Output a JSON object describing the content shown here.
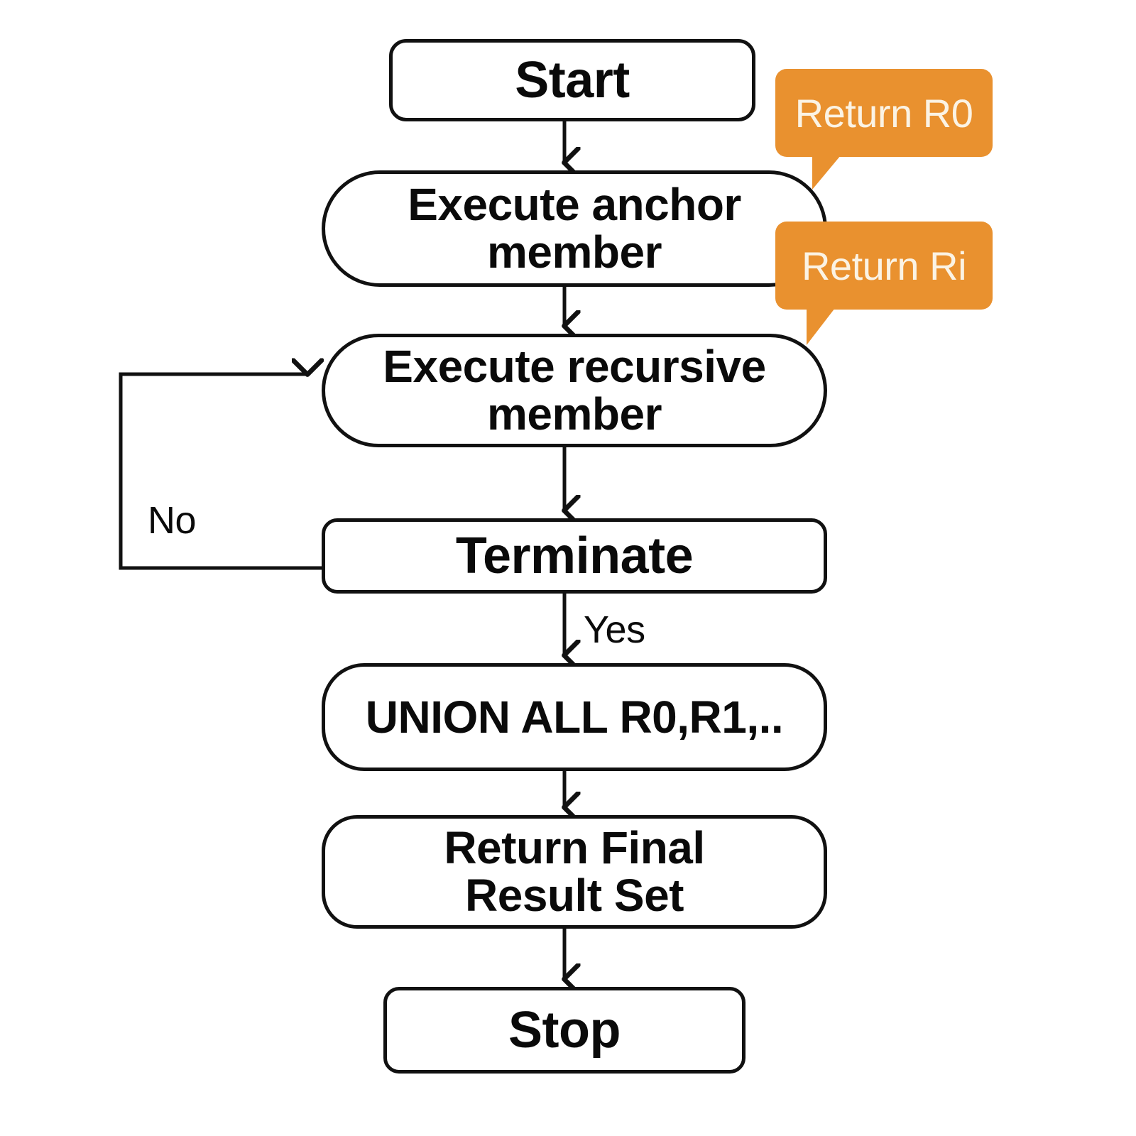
{
  "diagram": {
    "title": "Recursive CTE execution flowchart",
    "colors": {
      "stroke": "#111111",
      "node_fill": "#ffffff",
      "callout_fill": "#E9912F",
      "callout_text": "#FBF3E4",
      "text": "#0a0a0a"
    },
    "nodes": [
      {
        "id": "start",
        "label": "Start"
      },
      {
        "id": "anchor",
        "label": "Execute anchor\nmember"
      },
      {
        "id": "recursive",
        "label": "Execute recursive\nmember"
      },
      {
        "id": "terminate",
        "label": "Terminate"
      },
      {
        "id": "union",
        "label": "UNION ALL R0,R1,.."
      },
      {
        "id": "return_final",
        "label": "Return Final\nResult Set"
      },
      {
        "id": "stop",
        "label": "Stop"
      }
    ],
    "callouts": [
      {
        "id": "r0",
        "label": "Return R0",
        "attached_to": "anchor"
      },
      {
        "id": "ri",
        "label": "Return Ri",
        "attached_to": "recursive"
      }
    ],
    "edge_labels": {
      "no": "No",
      "yes": "Yes"
    },
    "edges": [
      {
        "from": "start",
        "to": "anchor",
        "label": ""
      },
      {
        "from": "anchor",
        "to": "recursive",
        "label": ""
      },
      {
        "from": "recursive",
        "to": "terminate",
        "label": ""
      },
      {
        "from": "terminate",
        "to": "recursive",
        "label": "No"
      },
      {
        "from": "terminate",
        "to": "union",
        "label": "Yes"
      },
      {
        "from": "union",
        "to": "return_final",
        "label": ""
      },
      {
        "from": "return_final",
        "to": "stop",
        "label": ""
      }
    ]
  }
}
